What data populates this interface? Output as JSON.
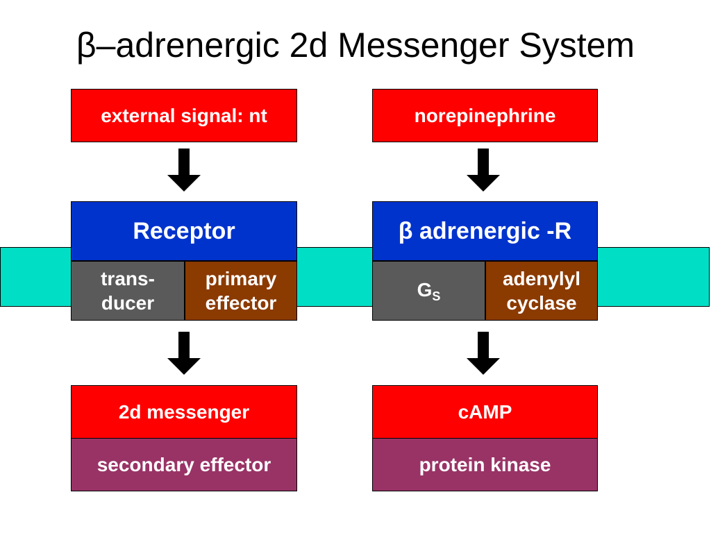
{
  "title": {
    "beta": "β",
    "dash": "–",
    "text": "adrenergic 2d Messenger System"
  },
  "left": {
    "signal": "external signal: nt",
    "receptor": "Receptor",
    "transducer_line1": "trans-",
    "transducer_line2": "ducer",
    "effector_line1": "primary",
    "effector_line2": "effector",
    "messenger": "2d messenger",
    "secondary": "secondary effector"
  },
  "right": {
    "signal": "norepinephrine",
    "receptor_beta": "β",
    "receptor_text": " adrenergic -R",
    "gs_main": "G",
    "gs_sub": "S",
    "effector_line1": "adenylyl",
    "effector_line2": "cyclase",
    "messenger": "cAMP",
    "secondary": "protein kinase"
  },
  "colors": {
    "signal": "#ff0000",
    "receptor": "#0033cc",
    "transducer": "#5a5a5a",
    "effector": "#8b3a00",
    "secondary": "#993366",
    "membrane": "#00dfc6"
  }
}
